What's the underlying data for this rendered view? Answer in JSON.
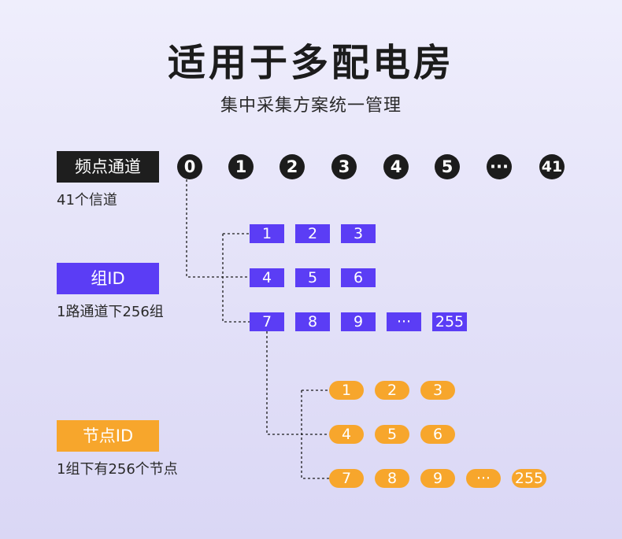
{
  "title": "适用于多配电房",
  "subtitle": "集中采集方案统一管理",
  "channel": {
    "label": "频点通道",
    "desc": "41个信道",
    "items": [
      "0",
      "1",
      "2",
      "3",
      "4",
      "5",
      "···",
      "41"
    ]
  },
  "group": {
    "label": "组ID",
    "desc": "1路通道下256组",
    "rows": [
      [
        "1",
        "2",
        "3"
      ],
      [
        "4",
        "5",
        "6"
      ],
      [
        "7",
        "8",
        "9",
        "···",
        "255"
      ]
    ]
  },
  "node": {
    "label": "节点ID",
    "desc": "1组下有256个节点",
    "rows": [
      [
        "1",
        "2",
        "3"
      ],
      [
        "4",
        "5",
        "6"
      ],
      [
        "7",
        "8",
        "9",
        "···",
        "255"
      ]
    ]
  },
  "colors": {
    "dark": "#1e1e1e",
    "purple": "#5b3df5",
    "orange": "#f7a62c",
    "background": "#e6e4f8"
  }
}
